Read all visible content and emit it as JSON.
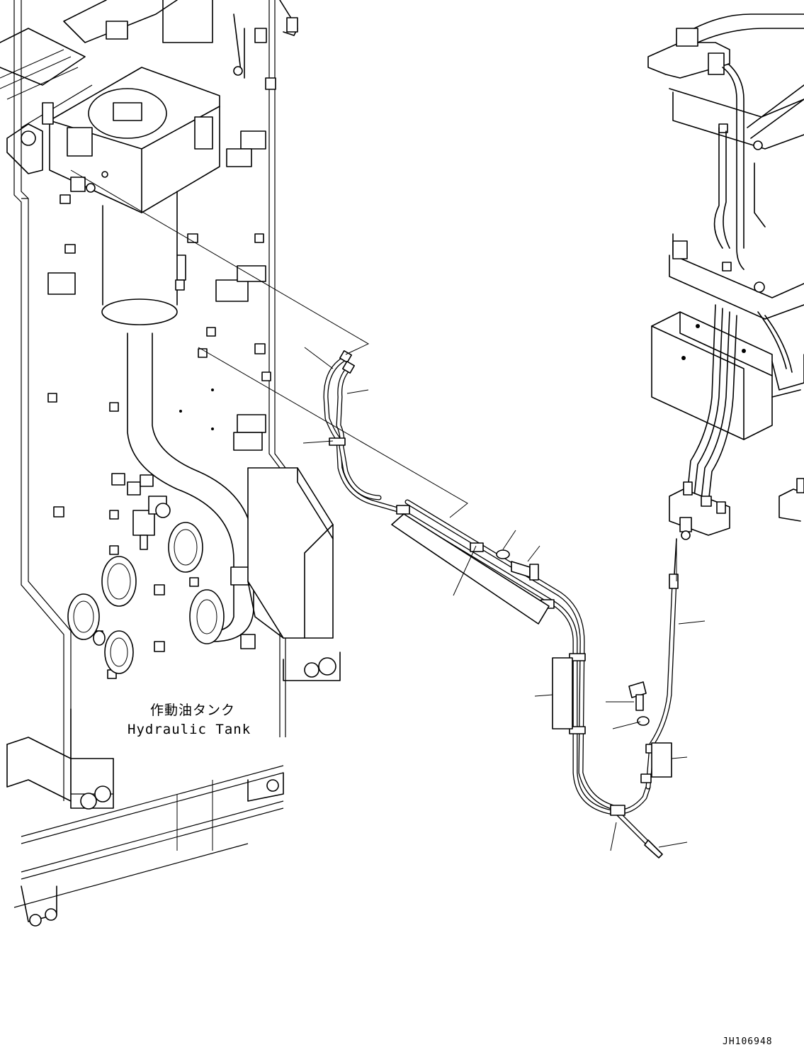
{
  "diagram": {
    "tank_label_jp": "作動油タンク",
    "tank_label_en": "Hydraulic Tank",
    "drawing_code": "JH106948"
  }
}
